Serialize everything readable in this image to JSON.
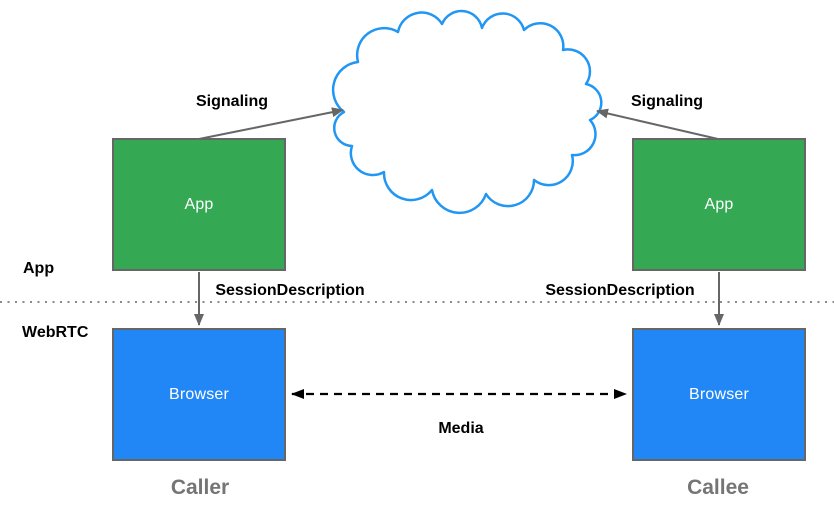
{
  "diagram": {
    "layer_labels": {
      "app": "App",
      "webrtc": "WebRTC"
    },
    "nodes": {
      "caller_app": "App",
      "callee_app": "App",
      "caller_browser": "Browser",
      "callee_browser": "Browser"
    },
    "edge_labels": {
      "signaling_left": "Signaling",
      "signaling_right": "Signaling",
      "session_description_left": "SessionDescription",
      "session_description_right": "SessionDescription",
      "media": "Media"
    },
    "captions": {
      "caller": "Caller",
      "callee": "Callee"
    },
    "colors": {
      "app_box": "#34a853",
      "browser_box": "#2287f6",
      "cloud_stroke": "#2196f3",
      "box_border": "#666666",
      "arrow": "#666666",
      "media_arrow": "#000000",
      "divider": "#8a8a8a",
      "caption_text": "#757575"
    }
  }
}
